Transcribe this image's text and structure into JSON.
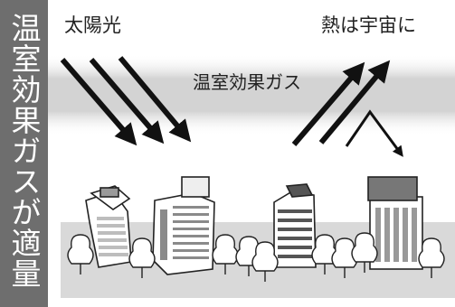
{
  "side_title": "温室効果ガスが適量だと",
  "labels": {
    "sunlight": "太陽光",
    "heat_to_space": "熱は宇宙に",
    "greenhouse_gas": "温室効果ガス"
  },
  "colors": {
    "side_band": "#6e6e6e",
    "gas_layer": "#d6d6d6",
    "ground": "#d9d9d9",
    "arrow": "#111111"
  }
}
